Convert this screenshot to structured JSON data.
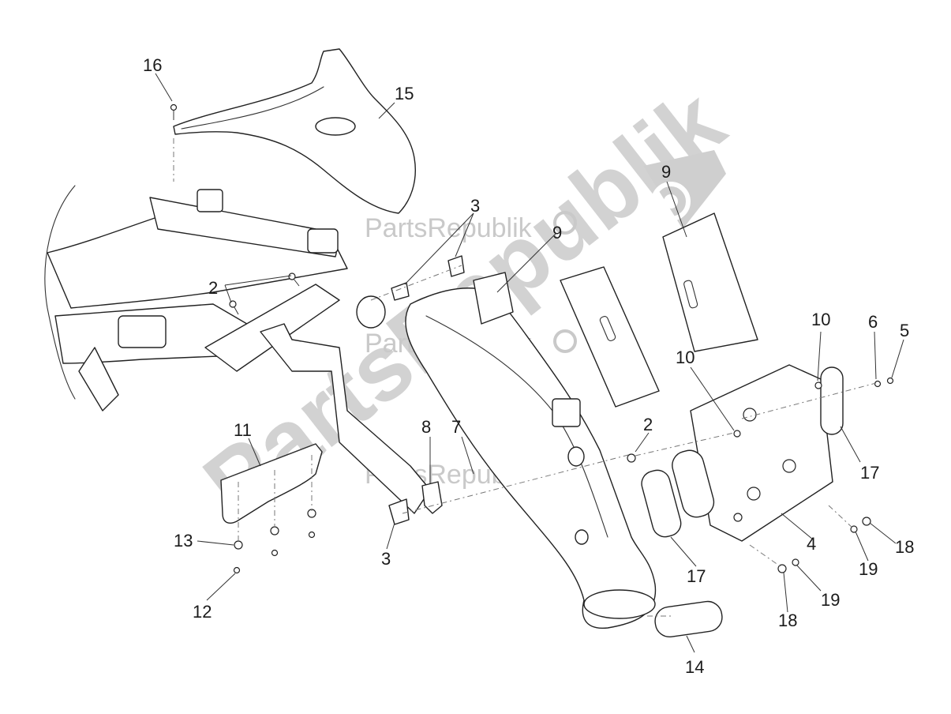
{
  "watermark": {
    "brand": "PartsRepublik",
    "color": "#c9c9c9"
  },
  "callouts": [
    {
      "id": "c16",
      "label": "16"
    },
    {
      "id": "c15",
      "label": "15"
    },
    {
      "id": "c3a",
      "label": "3"
    },
    {
      "id": "c9a",
      "label": "9"
    },
    {
      "id": "c9b",
      "label": "9"
    },
    {
      "id": "c2a",
      "label": "2"
    },
    {
      "id": "c10a",
      "label": "10"
    },
    {
      "id": "c10b",
      "label": "10"
    },
    {
      "id": "c6",
      "label": "6"
    },
    {
      "id": "c5",
      "label": "5"
    },
    {
      "id": "c11",
      "label": "11"
    },
    {
      "id": "c8",
      "label": "8"
    },
    {
      "id": "c7",
      "label": "7"
    },
    {
      "id": "c2b",
      "label": "2"
    },
    {
      "id": "c17a",
      "label": "17"
    },
    {
      "id": "c13",
      "label": "13"
    },
    {
      "id": "c3b",
      "label": "3"
    },
    {
      "id": "c4",
      "label": "4"
    },
    {
      "id": "c18a",
      "label": "18"
    },
    {
      "id": "c19a",
      "label": "19"
    },
    {
      "id": "c17b",
      "label": "17"
    },
    {
      "id": "c12",
      "label": "12"
    },
    {
      "id": "c19b",
      "label": "19"
    },
    {
      "id": "c18b",
      "label": "18"
    },
    {
      "id": "c14",
      "label": "14"
    }
  ]
}
